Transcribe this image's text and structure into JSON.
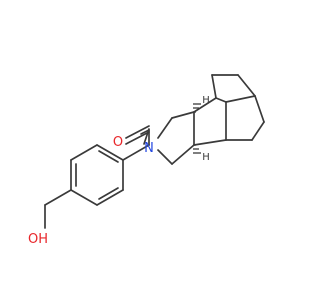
{
  "molecule": {
    "atoms": {
      "oxygen_carbonyl": "O",
      "nitrogen": "N",
      "hydroxyl": "OH",
      "stereo_h_top": "H",
      "stereo_h_bottom": "H"
    },
    "colors": {
      "bond": "#3a3a3a",
      "oxygen": "#e8262a",
      "nitrogen": "#2448e0",
      "hydrogen": "#3a3a3a",
      "background": "#ffffff"
    }
  }
}
